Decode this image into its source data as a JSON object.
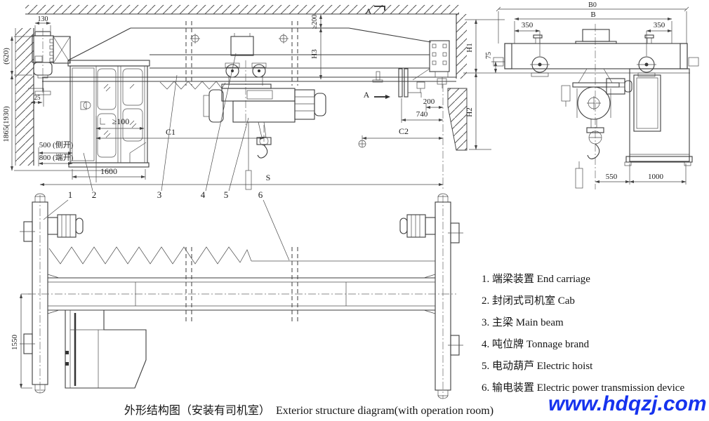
{
  "front_view": {
    "labels": {
      "d130": "130",
      "d620": "(620)",
      "d1865": "1865(1930)",
      "d25": "25",
      "ge100": "≥100",
      "c1": "C1",
      "d500": "500 (侧开)",
      "d800": "800 (端开)",
      "d1600": "1600",
      "ge200": "≥200",
      "h3": "H3",
      "a_top": "A",
      "a_bottom": "A",
      "d200": "200",
      "d740": "740",
      "c2": "C2",
      "s": "S"
    }
  },
  "side_view": {
    "labels": {
      "b0": "B0",
      "b": "B",
      "d350_left": "350",
      "d350_right": "350",
      "d75": "75",
      "h1": "H1",
      "h2": "H2",
      "d550": "550",
      "d1000": "1000"
    }
  },
  "plan_view": {
    "labels": {
      "d1550": "1550"
    },
    "part_numbers": [
      "1",
      "2",
      "3",
      "4",
      "5",
      "6"
    ]
  },
  "legend": {
    "items": [
      {
        "num": "1.",
        "zh": "端梁装置",
        "en": "End carriage"
      },
      {
        "num": "2.",
        "zh": "封闭式司机室",
        "en": "Cab"
      },
      {
        "num": "3.",
        "zh": "主梁",
        "en": "Main beam"
      },
      {
        "num": "4.",
        "zh": "吨位牌",
        "en": "Tonnage brand"
      },
      {
        "num": "5.",
        "zh": "电动葫芦",
        "en": "Electric hoist"
      },
      {
        "num": "6.",
        "zh": "输电装置",
        "en": "Electric power transmission device"
      }
    ]
  },
  "caption": {
    "zh": "外形结构图（安装有司机室）",
    "en": "Exterior structure diagram(with operation room)"
  },
  "watermark": {
    "text": "www.hdqzj.com",
    "color": "#1633ee"
  }
}
